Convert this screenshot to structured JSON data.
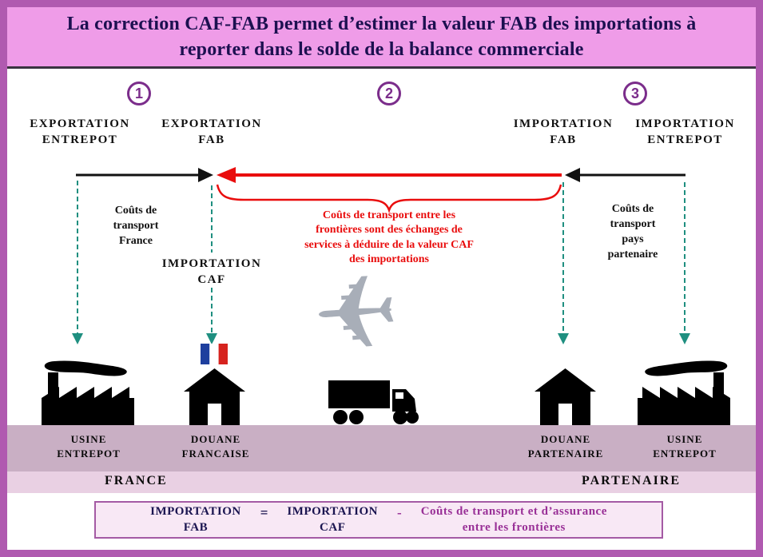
{
  "title": {
    "line1": "La correction CAF-FAB permet d’estimer la valeur FAB des importations à",
    "line2": "reporter dans le solde de la balance commerciale"
  },
  "steps": [
    "1",
    "2",
    "3"
  ],
  "top_labels": [
    {
      "line1": "EXPORTATION",
      "line2": "ENTREPOT"
    },
    {
      "line1": "EXPORTATION",
      "line2": "FAB"
    },
    {
      "line1": "IMPORTATION",
      "line2": "FAB"
    },
    {
      "line1": "IMPORTATION",
      "line2": "ENTREPOT"
    }
  ],
  "costs_left": [
    "Coûts de",
    "transport",
    "France"
  ],
  "costs_right": [
    "Coûts de",
    "transport",
    "pays",
    "partenaire"
  ],
  "red_note": [
    "Coûts de transport entre les",
    "frontières sont des échanges de",
    "services à déduire de la valeur CAF",
    "des importations"
  ],
  "importation_caf": [
    "IMPORTATION",
    "CAF"
  ],
  "ground_labels": [
    {
      "line1": "USINE",
      "line2": "ENTREPOT"
    },
    {
      "line1": "DOUANE",
      "line2": "FRANCAISE"
    },
    {
      "line1": "DOUANE",
      "line2": "PARTENAIRE"
    },
    {
      "line1": "USINE",
      "line2": "ENTREPOT"
    }
  ],
  "countries": {
    "left": "FRANCE",
    "right": "PARTENAIRE"
  },
  "formula": {
    "term1": [
      "IMPORTATION",
      "FAB"
    ],
    "equals": "=",
    "term2": [
      "IMPORTATION",
      "CAF"
    ],
    "minus": "-",
    "term3": [
      "Coûts de transport et d’assurance",
      "entre les frontières"
    ]
  },
  "icons": {
    "factory_left": "factory-silhouette",
    "french_flag": "france-flag",
    "customs_house_france": "house-silhouette",
    "truck": "truck-silhouette",
    "airplane_glyph": "✈",
    "customs_house_partner": "house-silhouette",
    "factory_right": "factory-silhouette"
  },
  "colors": {
    "frame_border": "#b05ab0",
    "banner_bg": "#ef9ce8",
    "title_text": "#1c1050",
    "step_purple": "#7b2d8b",
    "arrow_black": "#111111",
    "arrow_red": "#e90d0d",
    "dashed_teal": "#1f8f80",
    "ground_strip": "#c9afc4",
    "country_strip": "#e9d0e3",
    "formula_bg": "#f8e8f5",
    "formula_border": "#a45aa4",
    "formula_navy": "#1a1450",
    "formula_purple": "#993097",
    "flag_blue": "#1e3f9e",
    "flag_red": "#d6231e"
  }
}
